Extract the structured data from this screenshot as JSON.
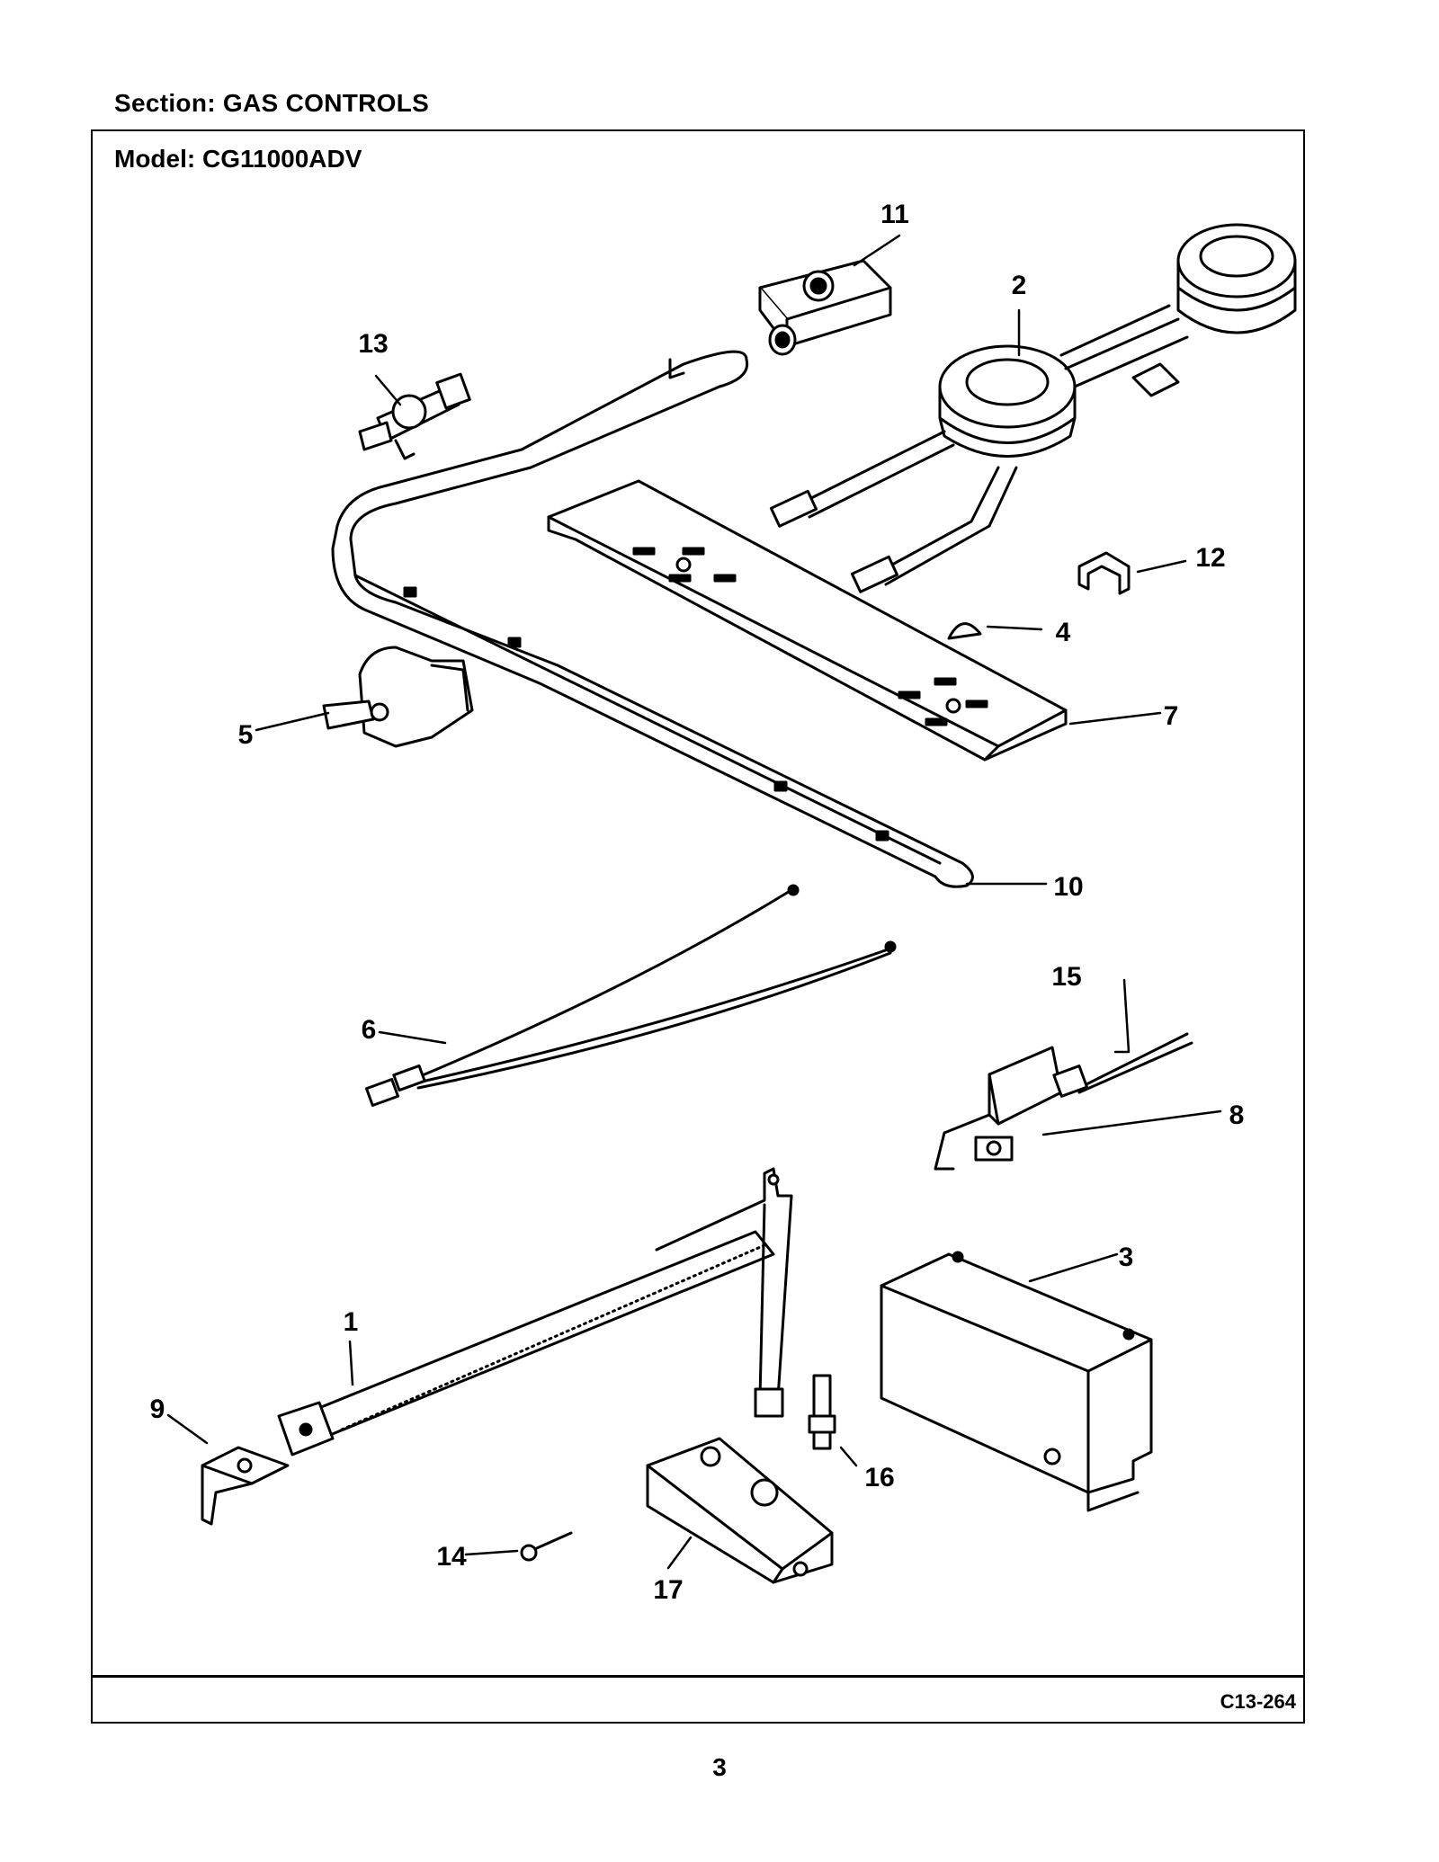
{
  "header": {
    "section": "Section:  GAS CONTROLS",
    "model": "Model:  CG11000ADV"
  },
  "diagram": {
    "callouts": [
      "1",
      "2",
      "3",
      "4",
      "5",
      "6",
      "7",
      "8",
      "9",
      "10",
      "11",
      "12",
      "13",
      "14",
      "15",
      "16",
      "17"
    ]
  },
  "footer": {
    "code": "C13-264",
    "page": "3"
  }
}
